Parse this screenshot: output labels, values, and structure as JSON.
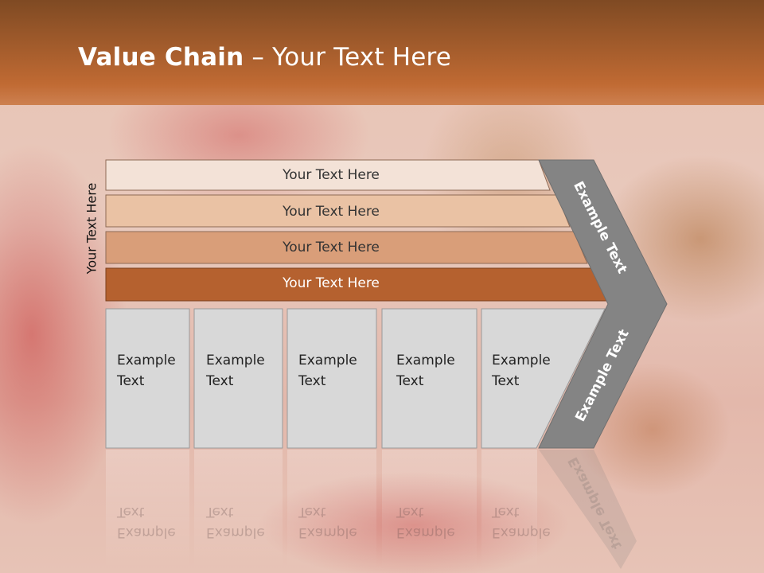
{
  "title": {
    "bold": "Value Chain",
    "rest": " – Your Text Here"
  },
  "side_label": "Your Text Here",
  "rows": [
    {
      "label": "Your Text Here",
      "fill": "#f3e2d7",
      "text_color": "#333333"
    },
    {
      "label": "Your Text Here",
      "fill": "#eac2a4",
      "text_color": "#333333"
    },
    {
      "label": "Your Text Here",
      "fill": "#d99e79",
      "text_color": "#333333"
    },
    {
      "label": "Your Text Here",
      "fill": "#b5612f",
      "text_color": "#ffffff"
    }
  ],
  "boxes": [
    {
      "line1": "Example",
      "line2": "Text"
    },
    {
      "line1": "Example",
      "line2": "Text"
    },
    {
      "line1": "Example",
      "line2": "Text"
    },
    {
      "line1": "Example",
      "line2": "Text"
    },
    {
      "line1": "Example",
      "line2": "Text"
    }
  ],
  "arrow": {
    "upper": "Example Text",
    "lower": "Example Text",
    "fill": "#848484"
  },
  "colors": {
    "header": "#a35c2c",
    "box_fill": "#d8d8d8"
  }
}
